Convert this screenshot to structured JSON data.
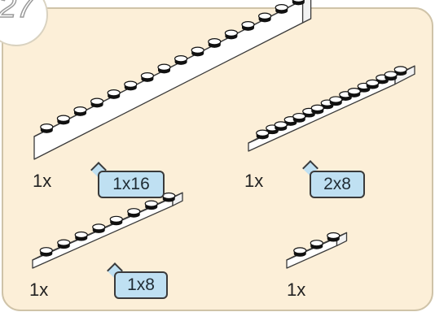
{
  "step": {
    "number": "27"
  },
  "colors": {
    "panel_bg": "#fcefd8",
    "panel_border": "#cfc3a8",
    "brick_fill": "#ffffff",
    "brick_stroke": "#3a3a3a",
    "callout_fill": "#bfe0f2"
  },
  "parts": [
    {
      "quantity": "1x",
      "label": "1x16",
      "part_icon": "brick-1x16"
    },
    {
      "quantity": "1x",
      "label": "2x8",
      "part_icon": "plate-2x8"
    },
    {
      "quantity": "1x",
      "label": "1x8",
      "part_icon": "plate-1x8"
    },
    {
      "quantity": "1x",
      "label": "",
      "part_icon": "plate-1x3"
    }
  ]
}
